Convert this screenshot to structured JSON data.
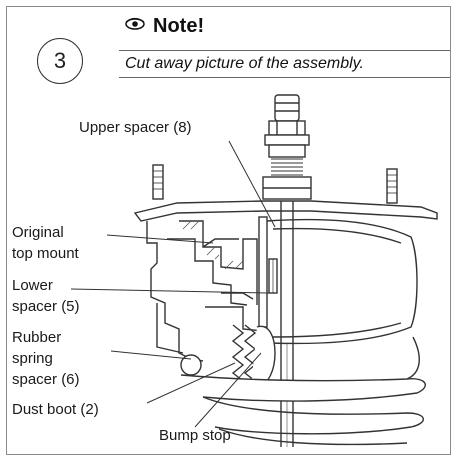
{
  "step": {
    "number": "3"
  },
  "note": {
    "icon": "eye-icon",
    "title": "Note!",
    "text": "Cut away picture of the assembly."
  },
  "labels": {
    "upper_spacer": "Upper spacer (8)",
    "original_top_mount_1": "Original",
    "original_top_mount_2": "top mount",
    "lower_spacer_1": "Lower",
    "lower_spacer_2": "spacer (5)",
    "rubber_spring_spacer_1": "Rubber",
    "rubber_spring_spacer_2": "spring",
    "rubber_spring_spacer_3": "spacer (6)",
    "dust_boot": "Dust boot (2)",
    "bump_stop": "Bump stop"
  },
  "colors": {
    "line": "#333333",
    "frame": "#8a8a8a",
    "hatch": "#555555"
  }
}
